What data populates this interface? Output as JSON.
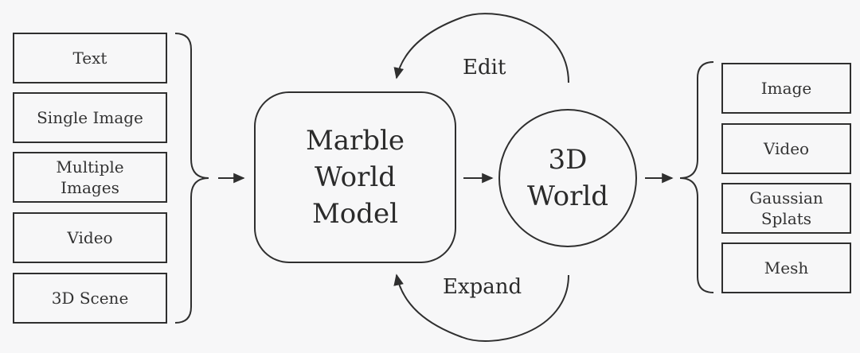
{
  "inputs": [
    {
      "label": "Text"
    },
    {
      "label": "Single Image"
    },
    {
      "label": "Multiple\nImages"
    },
    {
      "label": "Video"
    },
    {
      "label": "3D Scene"
    }
  ],
  "model": {
    "label": "Marble\nWorld\nModel"
  },
  "world": {
    "label": "3D\nWorld"
  },
  "loops": {
    "edit": "Edit",
    "expand": "Expand"
  },
  "outputs": [
    {
      "label": "Image"
    },
    {
      "label": "Video"
    },
    {
      "label": "Gaussian\nSplats"
    },
    {
      "label": "Mesh"
    }
  ],
  "colors": {
    "background": "#f7f7f8",
    "stroke": "#2f2f2f"
  }
}
